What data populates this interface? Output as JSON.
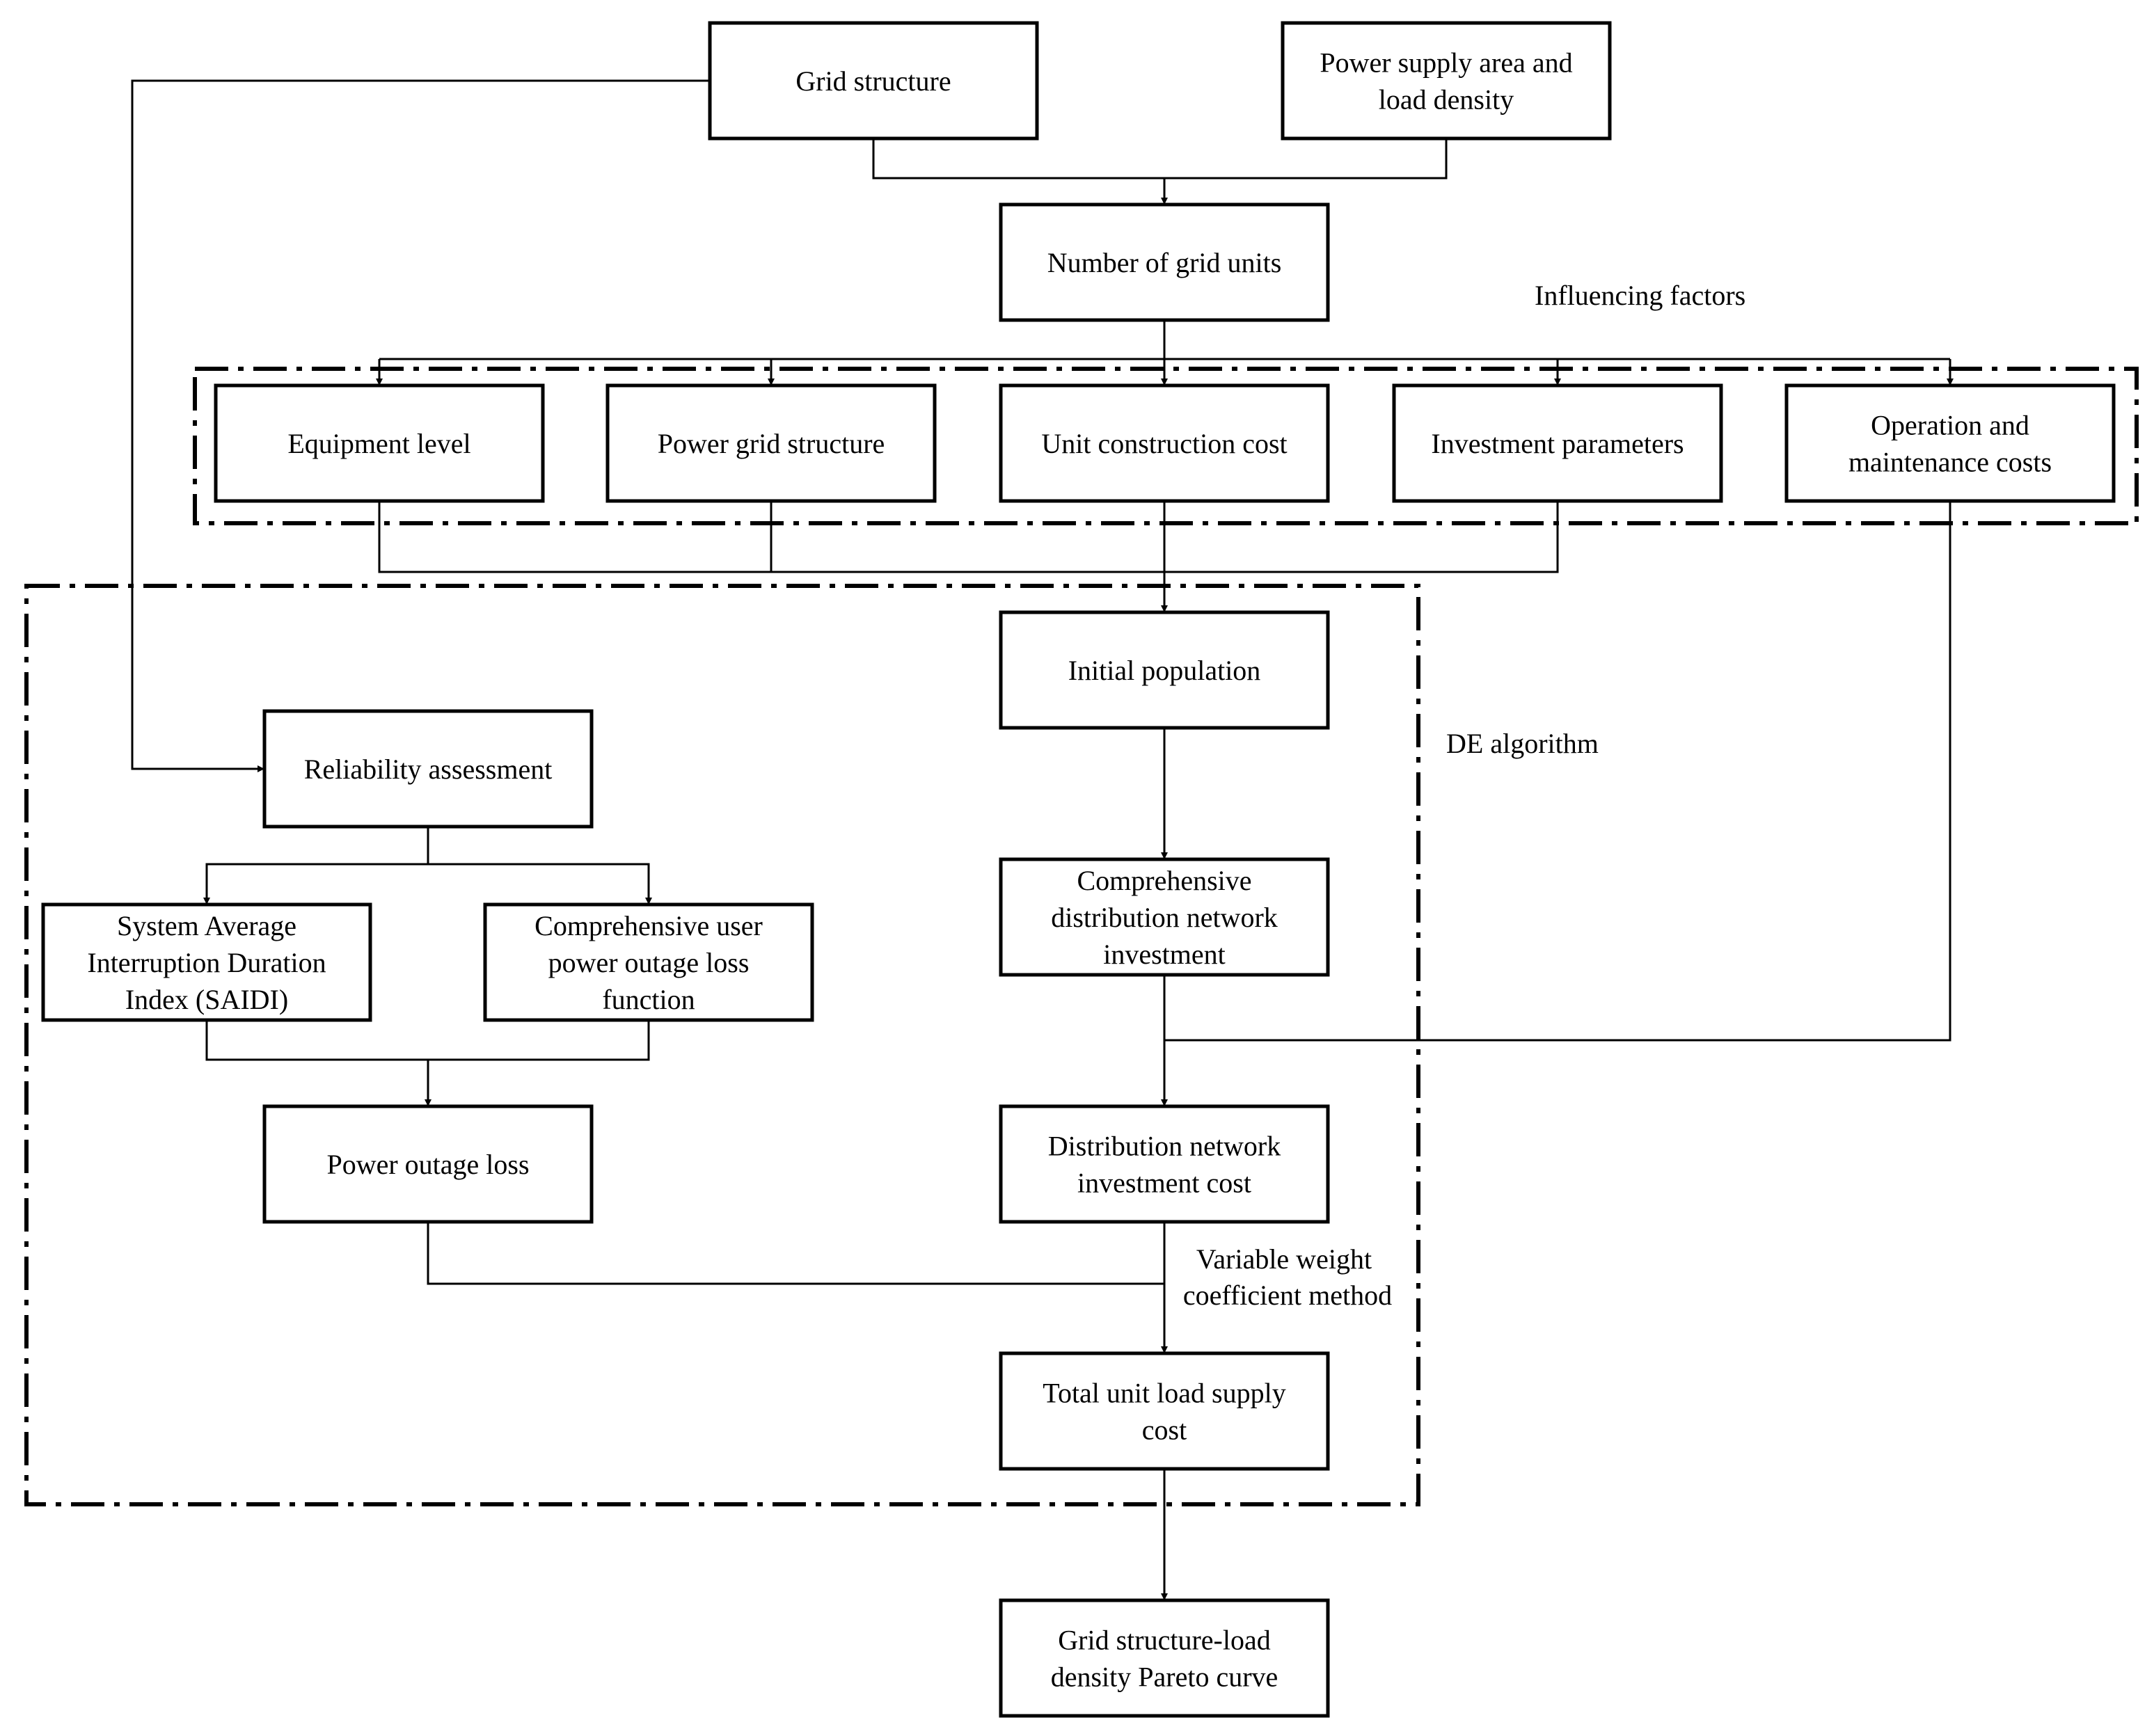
{
  "diagram": {
    "nodes": {
      "grid_structure": [
        "Grid structure"
      ],
      "power_supply_area": [
        "Power supply area and",
        "load density"
      ],
      "number_grid_units": [
        "Number of grid units"
      ],
      "equipment_level": [
        "Equipment level"
      ],
      "power_grid_structure": [
        "Power grid structure"
      ],
      "unit_construction_cost": [
        "Unit construction cost"
      ],
      "investment_parameters": [
        "Investment parameters"
      ],
      "operation_maintenance": [
        "Operation and",
        "maintenance costs"
      ],
      "initial_population": [
        "Initial population"
      ],
      "reliability_assessment": [
        "Reliability assessment"
      ],
      "saidi": [
        "System Average",
        "Interruption Duration",
        "Index (SAIDI)"
      ],
      "user_loss_function": [
        "Comprehensive user",
        "power outage loss",
        "function"
      ],
      "comprehensive_investment": [
        "Comprehensive",
        "distribution network",
        "investment"
      ],
      "power_outage_loss": [
        "Power outage loss"
      ],
      "investment_cost": [
        "Distribution network",
        "investment cost"
      ],
      "total_cost": [
        "Total unit load supply",
        "cost"
      ],
      "pareto_curve": [
        "Grid structure-load",
        "density Pareto curve"
      ]
    },
    "labels": {
      "influencing_factors": "Influencing factors",
      "de_algorithm": "DE algorithm",
      "variable_weight": [
        "Variable weight",
        "coefficient method"
      ]
    }
  }
}
